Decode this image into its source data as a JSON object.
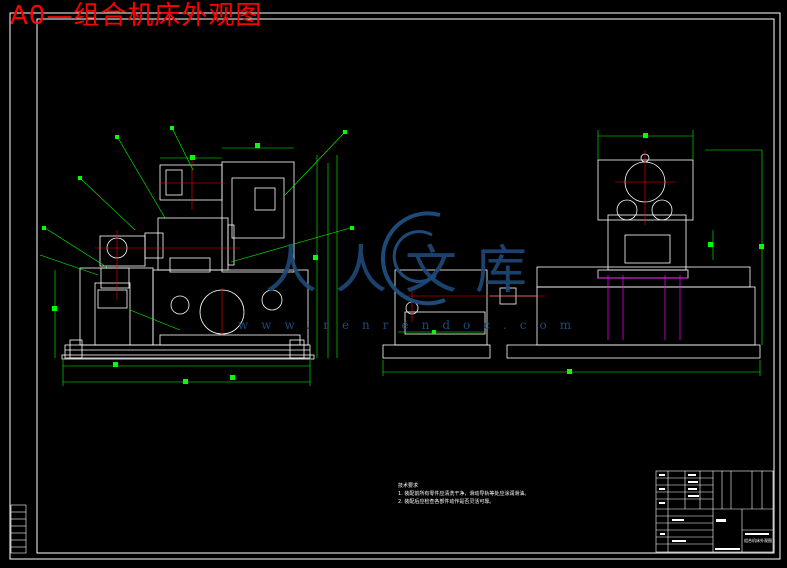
{
  "title": "A0—组合机床外观图",
  "watermark": {
    "text": "人人文库",
    "url": "www.renrendoc.com",
    "color": "#1d4a78"
  },
  "notes": {
    "heading": "技术要求",
    "lines": [
      "1. 装配前所有零件应清洗干净，滑动导轨等处应涂润滑油。",
      "2. 装配后应检查各部件动作是否灵活可靠。"
    ]
  },
  "title_block": {
    "drawing_name": "组合机床外观图"
  },
  "colors": {
    "background": "#000000",
    "linework": "#ffffff",
    "dimensions": "#00ff00",
    "centerlines": "#ff0000",
    "hidden": "#ff00ff",
    "title": "#ff0000"
  }
}
